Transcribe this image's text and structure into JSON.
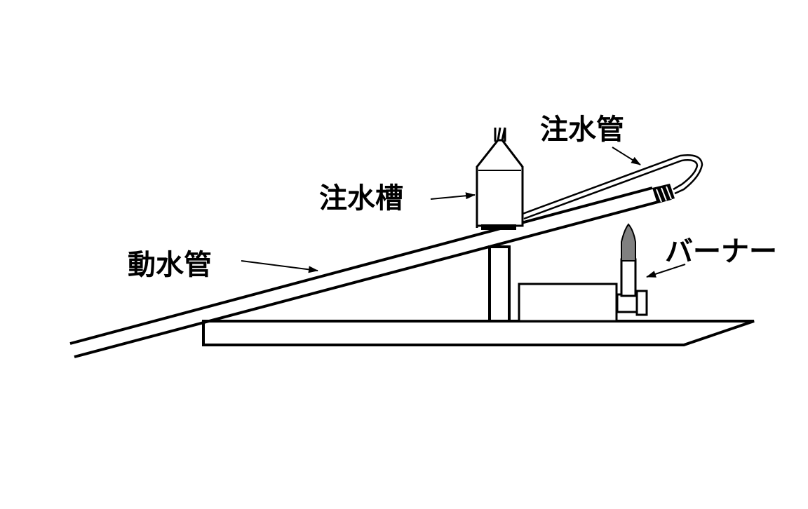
{
  "labels": {
    "pouring_pipe": "注水管",
    "pouring_tank": "注水槽",
    "moving_pipe": "動水管",
    "burner": "バーナー"
  },
  "colors": {
    "line": "#000000",
    "background": "#ffffff",
    "burner_flame": "#808080"
  }
}
